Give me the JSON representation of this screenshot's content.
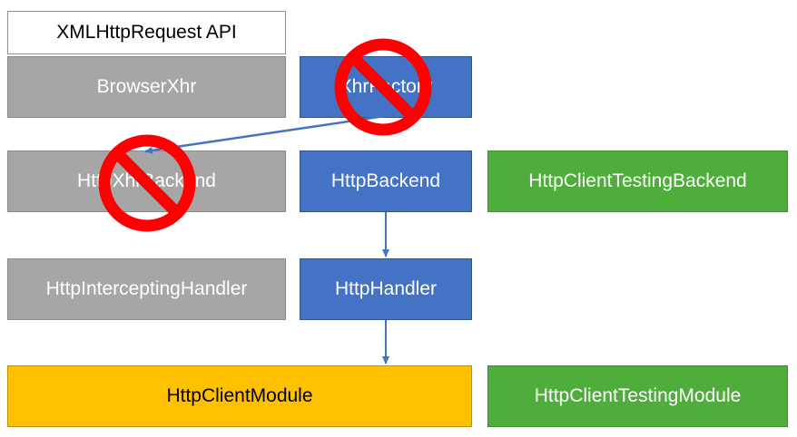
{
  "boxes": {
    "xml_http_request_api": "XMLHttpRequest API",
    "browser_xhr": "BrowserXhr",
    "xhr_factory": "XhrFactory",
    "http_xhr_backend": "HttpXhrBackend",
    "http_backend": "HttpBackend",
    "http_client_testing_backend": "HttpClientTestingBackend",
    "http_intercepting_handler": "HttpInterceptingHandler",
    "http_handler": "HttpHandler",
    "http_client_module": "HttpClientModule",
    "http_client_testing_module": "HttpClientTestingModule"
  },
  "colors": {
    "gray": "#a6a6a6",
    "blue": "#4472c4",
    "green": "#4fad3b",
    "yellow": "#ffc000",
    "prohibited_red": "#ff0000"
  },
  "icons": {
    "prohibited": "no-symbol-icon"
  }
}
